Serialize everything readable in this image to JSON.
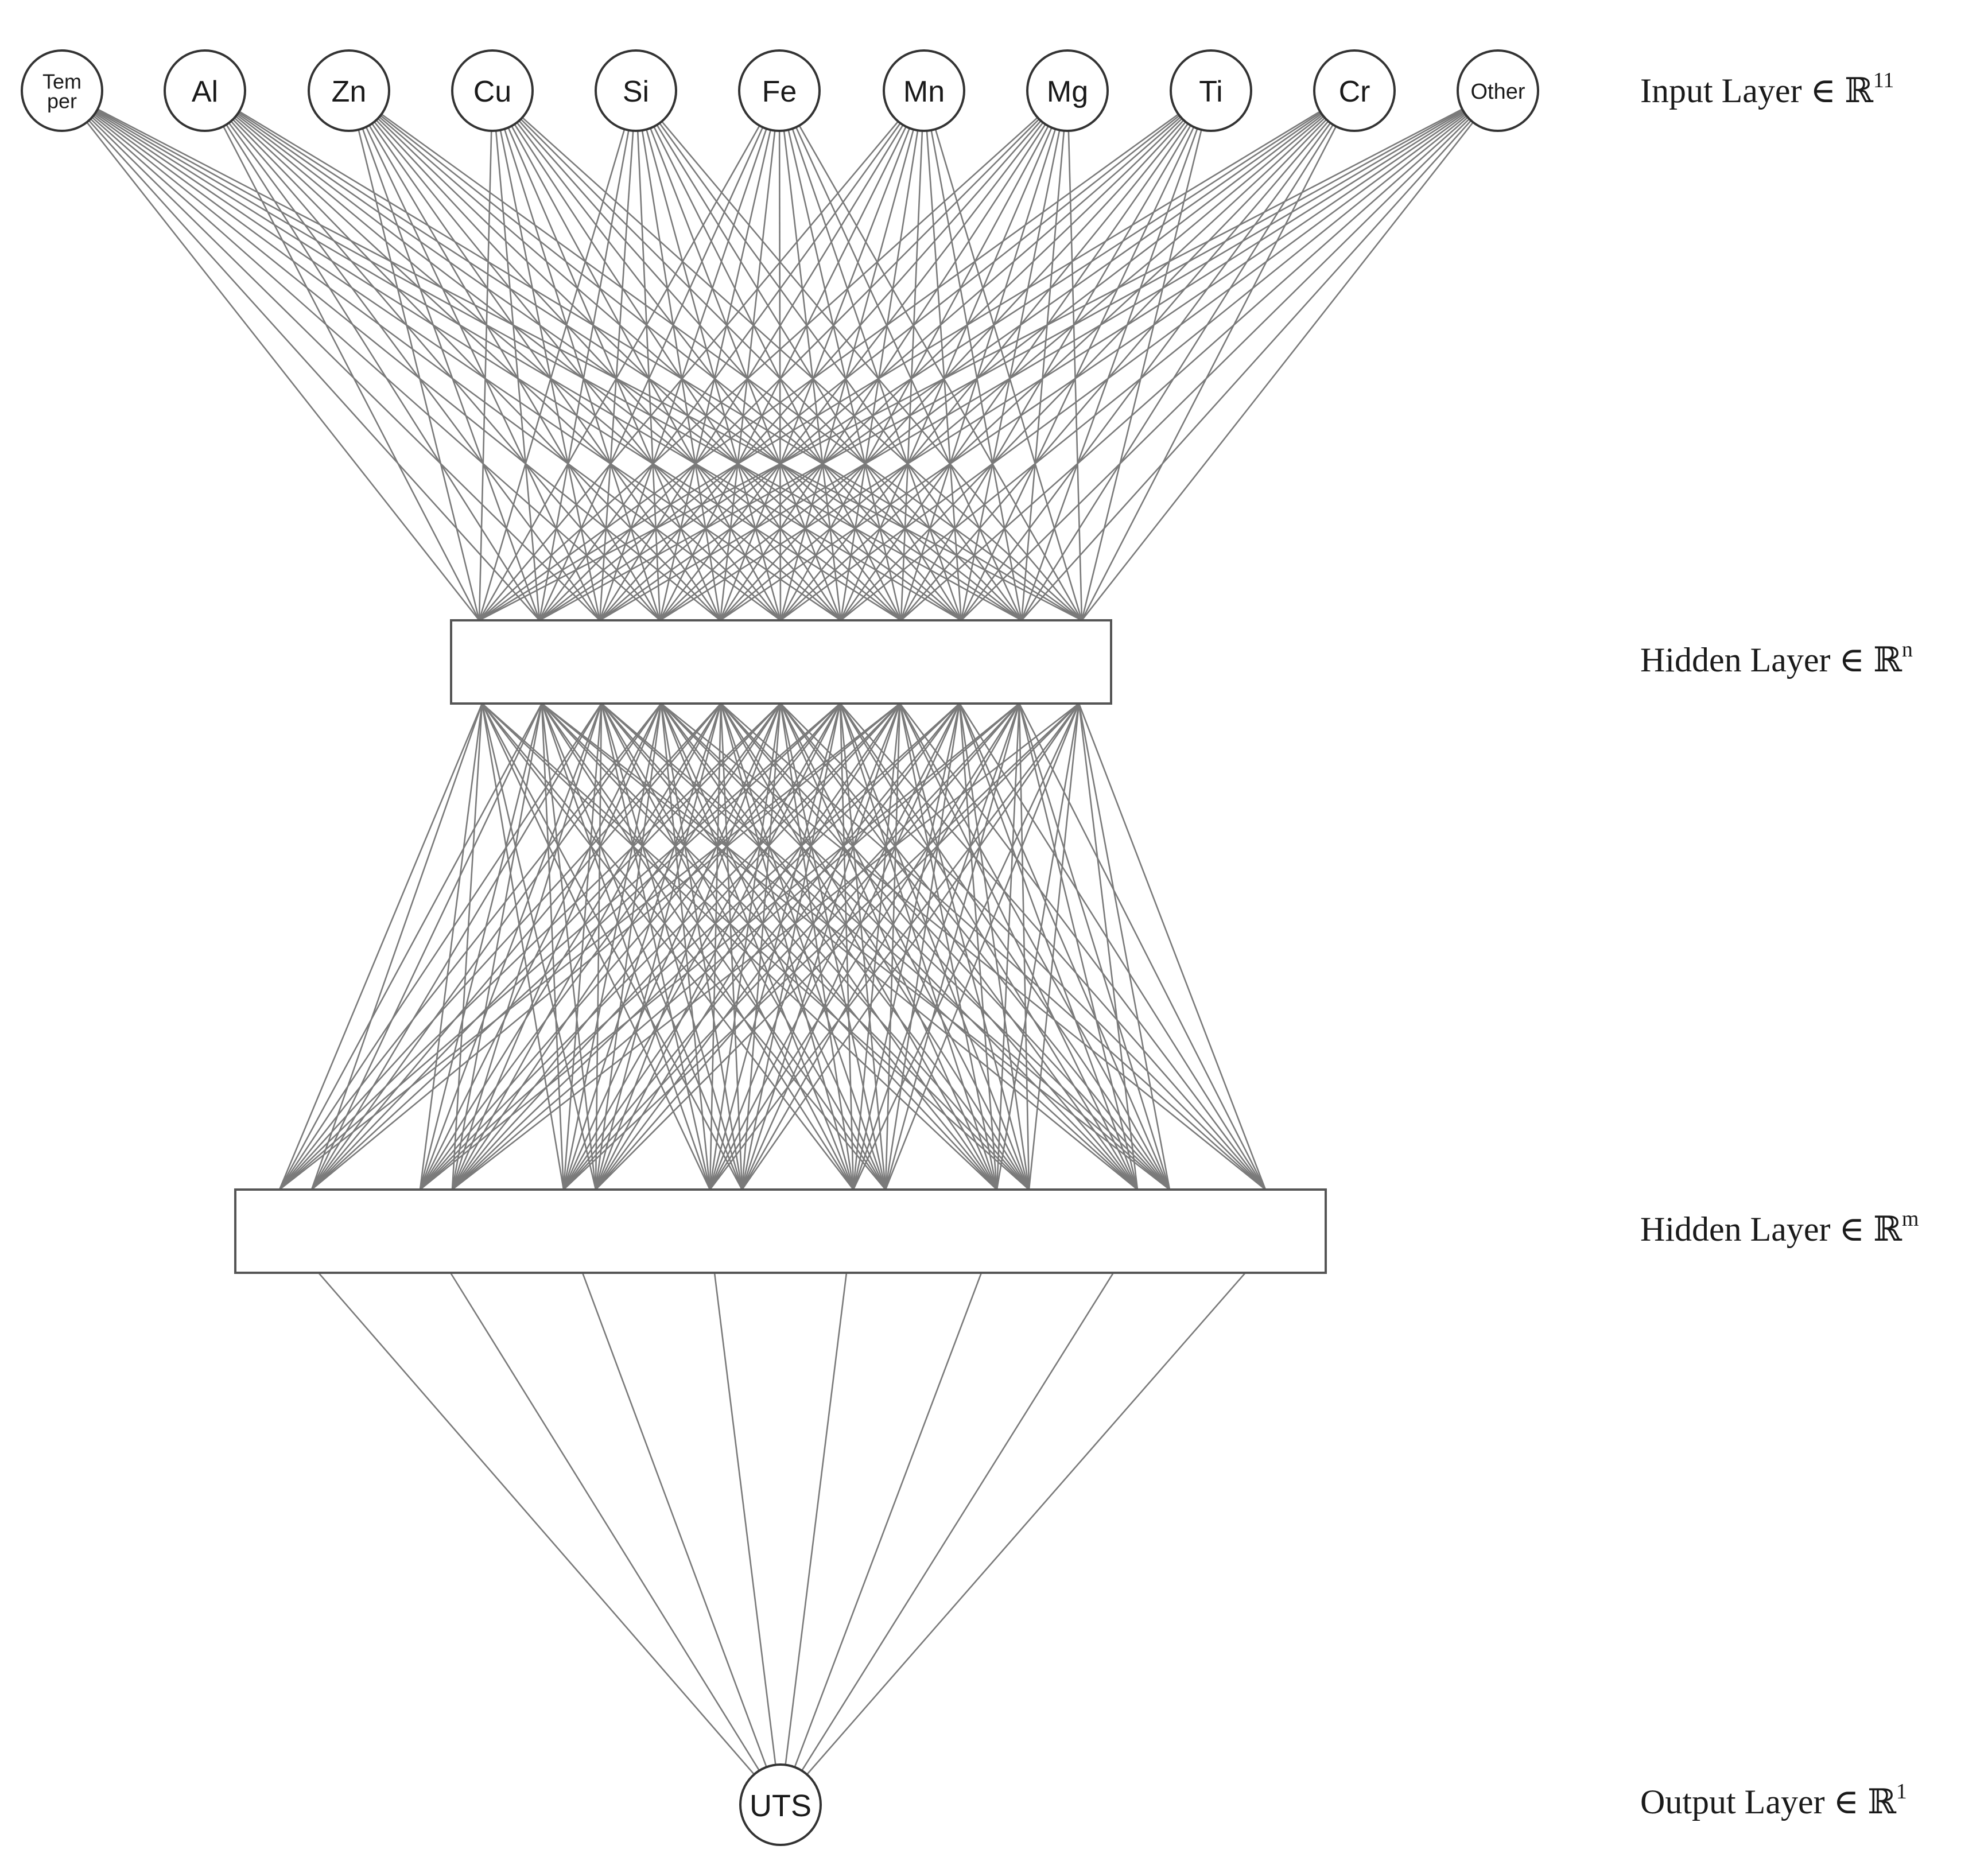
{
  "input_nodes": [
    "Tem per",
    "Al",
    "Zn",
    "Cu",
    "Si",
    "Fe",
    "Mn",
    "Mg",
    "Ti",
    "Cr",
    "Other"
  ],
  "output_node": "UTS",
  "layer_labels": {
    "input": {
      "text": "Input Layer ∈ ℝ",
      "sup": "11"
    },
    "hidden1": {
      "text": "Hidden Layer ∈ ℝ",
      "sup": "n"
    },
    "hidden2": {
      "text": "Hidden Layer ∈ ℝ",
      "sup": "m"
    },
    "output": {
      "text": "Output Layer ∈ ℝ",
      "sup": "1"
    }
  }
}
